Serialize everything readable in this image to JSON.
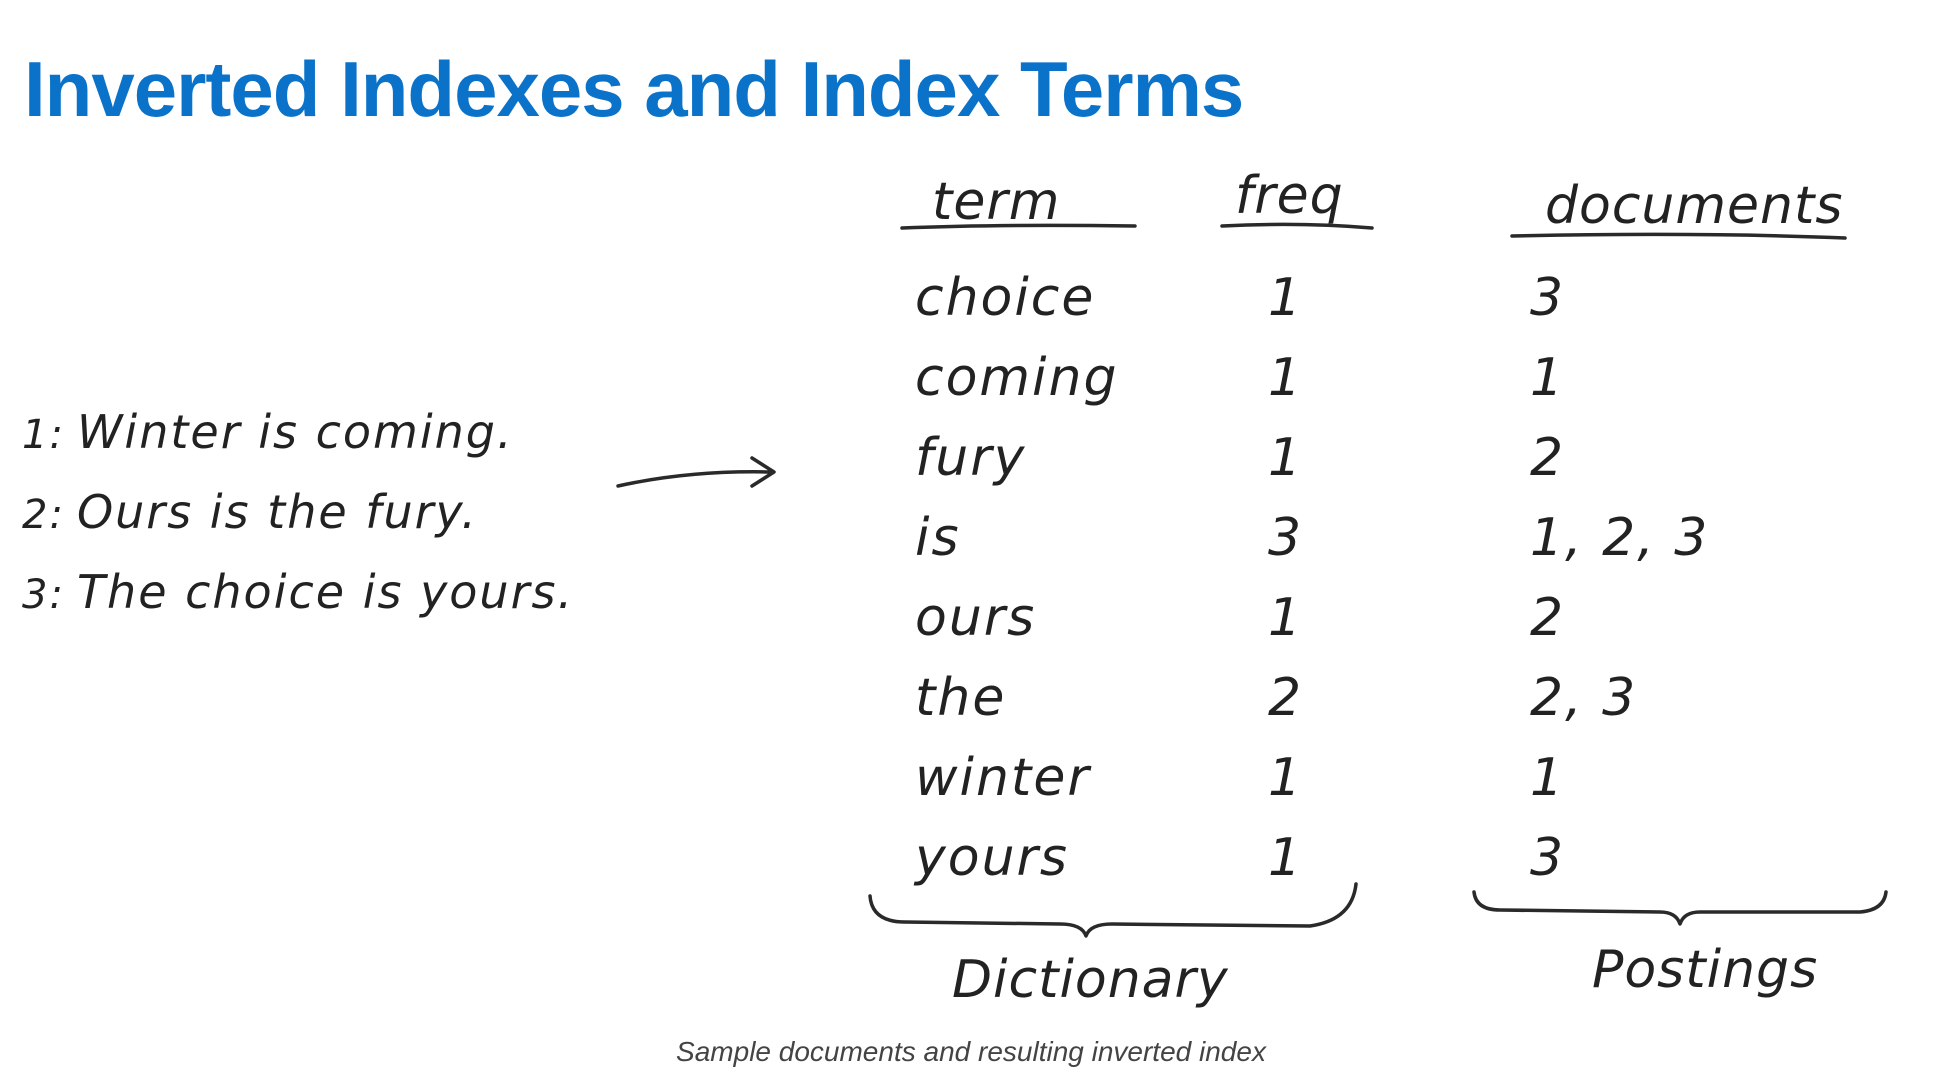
{
  "title": "Inverted Indexes and Index Terms",
  "documents": [
    {
      "num": "1:",
      "text": "Winter is coming."
    },
    {
      "num": "2:",
      "text": "Ours is the fury."
    },
    {
      "num": "3:",
      "text": "The choice is yours."
    }
  ],
  "table": {
    "headers": {
      "term": "term",
      "freq": "freq",
      "documents": "documents"
    },
    "rows": [
      {
        "term": "choice",
        "freq": "1",
        "documents": "3"
      },
      {
        "term": "coming",
        "freq": "1",
        "documents": "1"
      },
      {
        "term": "fury",
        "freq": "1",
        "documents": "2"
      },
      {
        "term": "is",
        "freq": "3",
        "documents": "1, 2, 3"
      },
      {
        "term": "ours",
        "freq": "1",
        "documents": "2"
      },
      {
        "term": "the",
        "freq": "2",
        "documents": "2, 3"
      },
      {
        "term": "winter",
        "freq": "1",
        "documents": "1"
      },
      {
        "term": "yours",
        "freq": "1",
        "documents": "3"
      }
    ]
  },
  "labels": {
    "dictionary": "Dictionary",
    "postings": "Postings"
  },
  "caption": "Sample documents and resulting inverted index"
}
